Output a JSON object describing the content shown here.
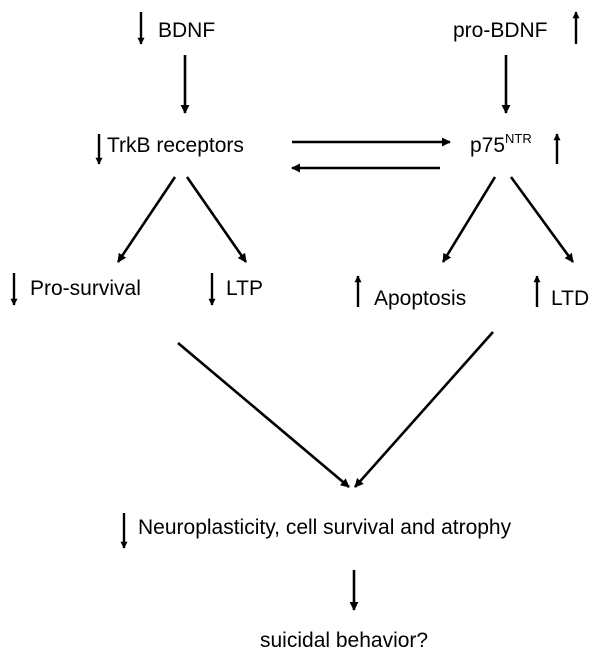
{
  "nodes": {
    "bdnf": "BDNF",
    "pro_bdnf": "pro-BDNF",
    "trkb": "TrkB receptors",
    "p75_base": "p75",
    "p75_sup": "NTR",
    "pro_survival": "Pro-survival",
    "ltp": "LTP",
    "apoptosis": "Apoptosis",
    "ltd": "LTD",
    "outcome": "Neuroplasticity, cell survival and atrophy",
    "final": "suicidal behavior?"
  },
  "indicators": {
    "bdnf": "down",
    "pro_bdnf": "up",
    "trkb": "down",
    "p75": "up",
    "pro_survival": "down",
    "ltp": "down",
    "apoptosis": "up",
    "ltd": "up",
    "outcome": "down"
  },
  "colors": {
    "ink": "#000000",
    "background": "#ffffff"
  }
}
